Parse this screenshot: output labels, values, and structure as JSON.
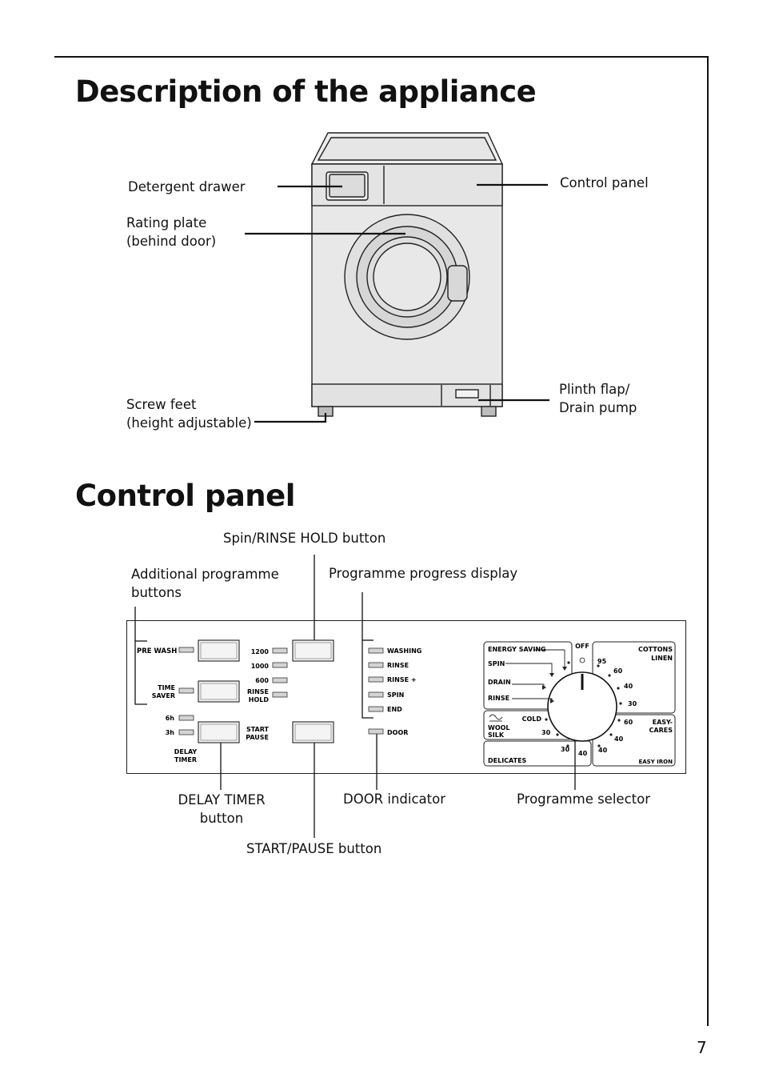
{
  "page": {
    "number": "7"
  },
  "section1": {
    "title": "Description of the appliance",
    "labels": {
      "detergent_drawer": "Detergent drawer",
      "control_panel": "Control panel",
      "rating_plate_1": "Rating plate",
      "rating_plate_2": "(behind door)",
      "screw_feet_1": "Screw feet",
      "screw_feet_2": "(height adjustable)",
      "plinth_1": "Plinth flap/",
      "plinth_2": "Drain pump"
    }
  },
  "section2": {
    "title": "Control panel",
    "labels": {
      "spin_rinse_hold": "Spin/RINSE HOLD button",
      "additional_1": "Additional programme",
      "additional_2": "buttons",
      "progress_display": "Programme progress display",
      "delay_timer_1": "DELAY TIMER",
      "delay_timer_2": "button",
      "door_indicator": "DOOR indicator",
      "programme_selector": "Programme selector",
      "start_pause": "START/PAUSE button"
    },
    "panel": {
      "pre_wash": "PRE WASH",
      "time": "TIME",
      "saver": "SAVER",
      "h6": "6h",
      "h3": "3h",
      "delay": "DELAY",
      "timer": "TIMER",
      "s1200": "1200",
      "s1000": "1000",
      "s600": "600",
      "rinse": "RINSE",
      "hold": "HOLD",
      "start": "START",
      "pause": "PAUSE",
      "progress": [
        "WASHING",
        "RINSE",
        "RINSE +",
        "SPIN",
        "END"
      ],
      "door": "DOOR",
      "dial": {
        "energy_saving": "ENERGY SAVING",
        "off": "OFF",
        "cottons": "COTTONS",
        "linen": "LINEN",
        "spin": "SPIN",
        "drain": "DRAIN",
        "rinse": "RINSE",
        "wool": "WOOL",
        "silk": "SILK",
        "cold": "COLD",
        "delicates": "DELICATES",
        "easy": "EASY-",
        "cares": "CARES",
        "easy_iron": "EASY IRON",
        "t95": "95",
        "t60a": "60",
        "t40a": "40",
        "t30a": "30",
        "t60b": "60",
        "t40b": "40",
        "t40c": "40",
        "t40d": "40",
        "t30b": "30",
        "t30c": "30"
      }
    }
  }
}
